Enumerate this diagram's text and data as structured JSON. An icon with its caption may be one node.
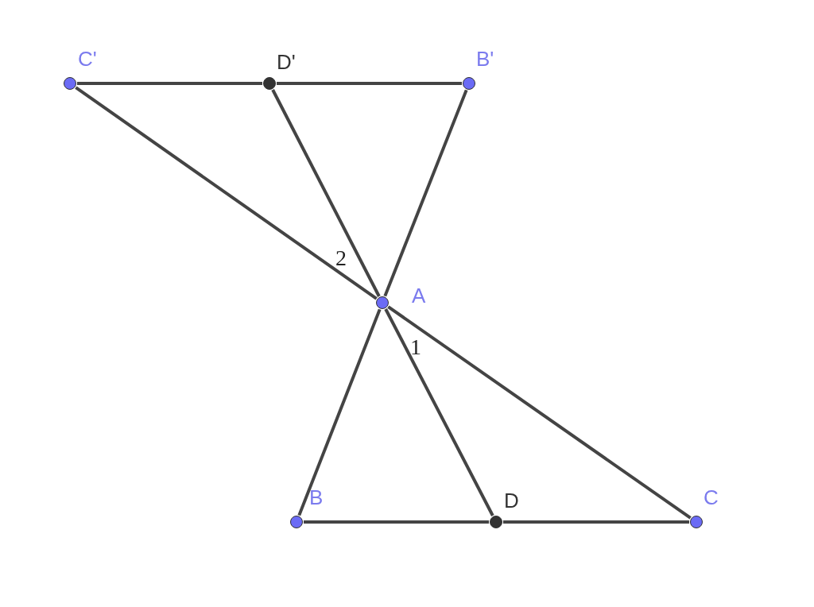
{
  "diagram": {
    "nodes": [
      {
        "text": [],
        "shape": "circle",
        "beside": [
          "C'"
        ]
      },
      {
        "text": [],
        "shape": "circle",
        "beside": [
          "D'"
        ]
      },
      {
        "text": [],
        "shape": "circle",
        "beside": [
          "B'"
        ]
      },
      {
        "text": [],
        "shape": "circle",
        "beside": [
          "A"
        ]
      },
      {
        "text": [],
        "shape": "circle",
        "beside": [
          "B"
        ]
      },
      {
        "text": [],
        "shape": "circle",
        "beside": [
          "D"
        ]
      },
      {
        "text": [],
        "shape": "circle",
        "beside": [
          "C"
        ]
      }
    ],
    "edges": [
      {
        "from": 0,
        "to": 1,
        "arrow": "none"
      },
      {
        "from": 1,
        "to": 2,
        "arrow": "none"
      },
      {
        "from": 0,
        "to": 3,
        "arrow": "none"
      },
      {
        "from": 3,
        "to": 6,
        "arrow": "none"
      },
      {
        "from": 1,
        "to": 3,
        "arrow": "none"
      },
      {
        "from": 3,
        "to": 5,
        "arrow": "none"
      },
      {
        "from": 2,
        "to": 3,
        "arrow": "none"
      },
      {
        "from": 3,
        "to": 4,
        "arrow": "none"
      },
      {
        "from": 4,
        "to": 5,
        "arrow": "none"
      },
      {
        "from": 5,
        "to": 6,
        "arrow": "none"
      }
    ],
    "labels": [
      "2",
      "1"
    ]
  }
}
